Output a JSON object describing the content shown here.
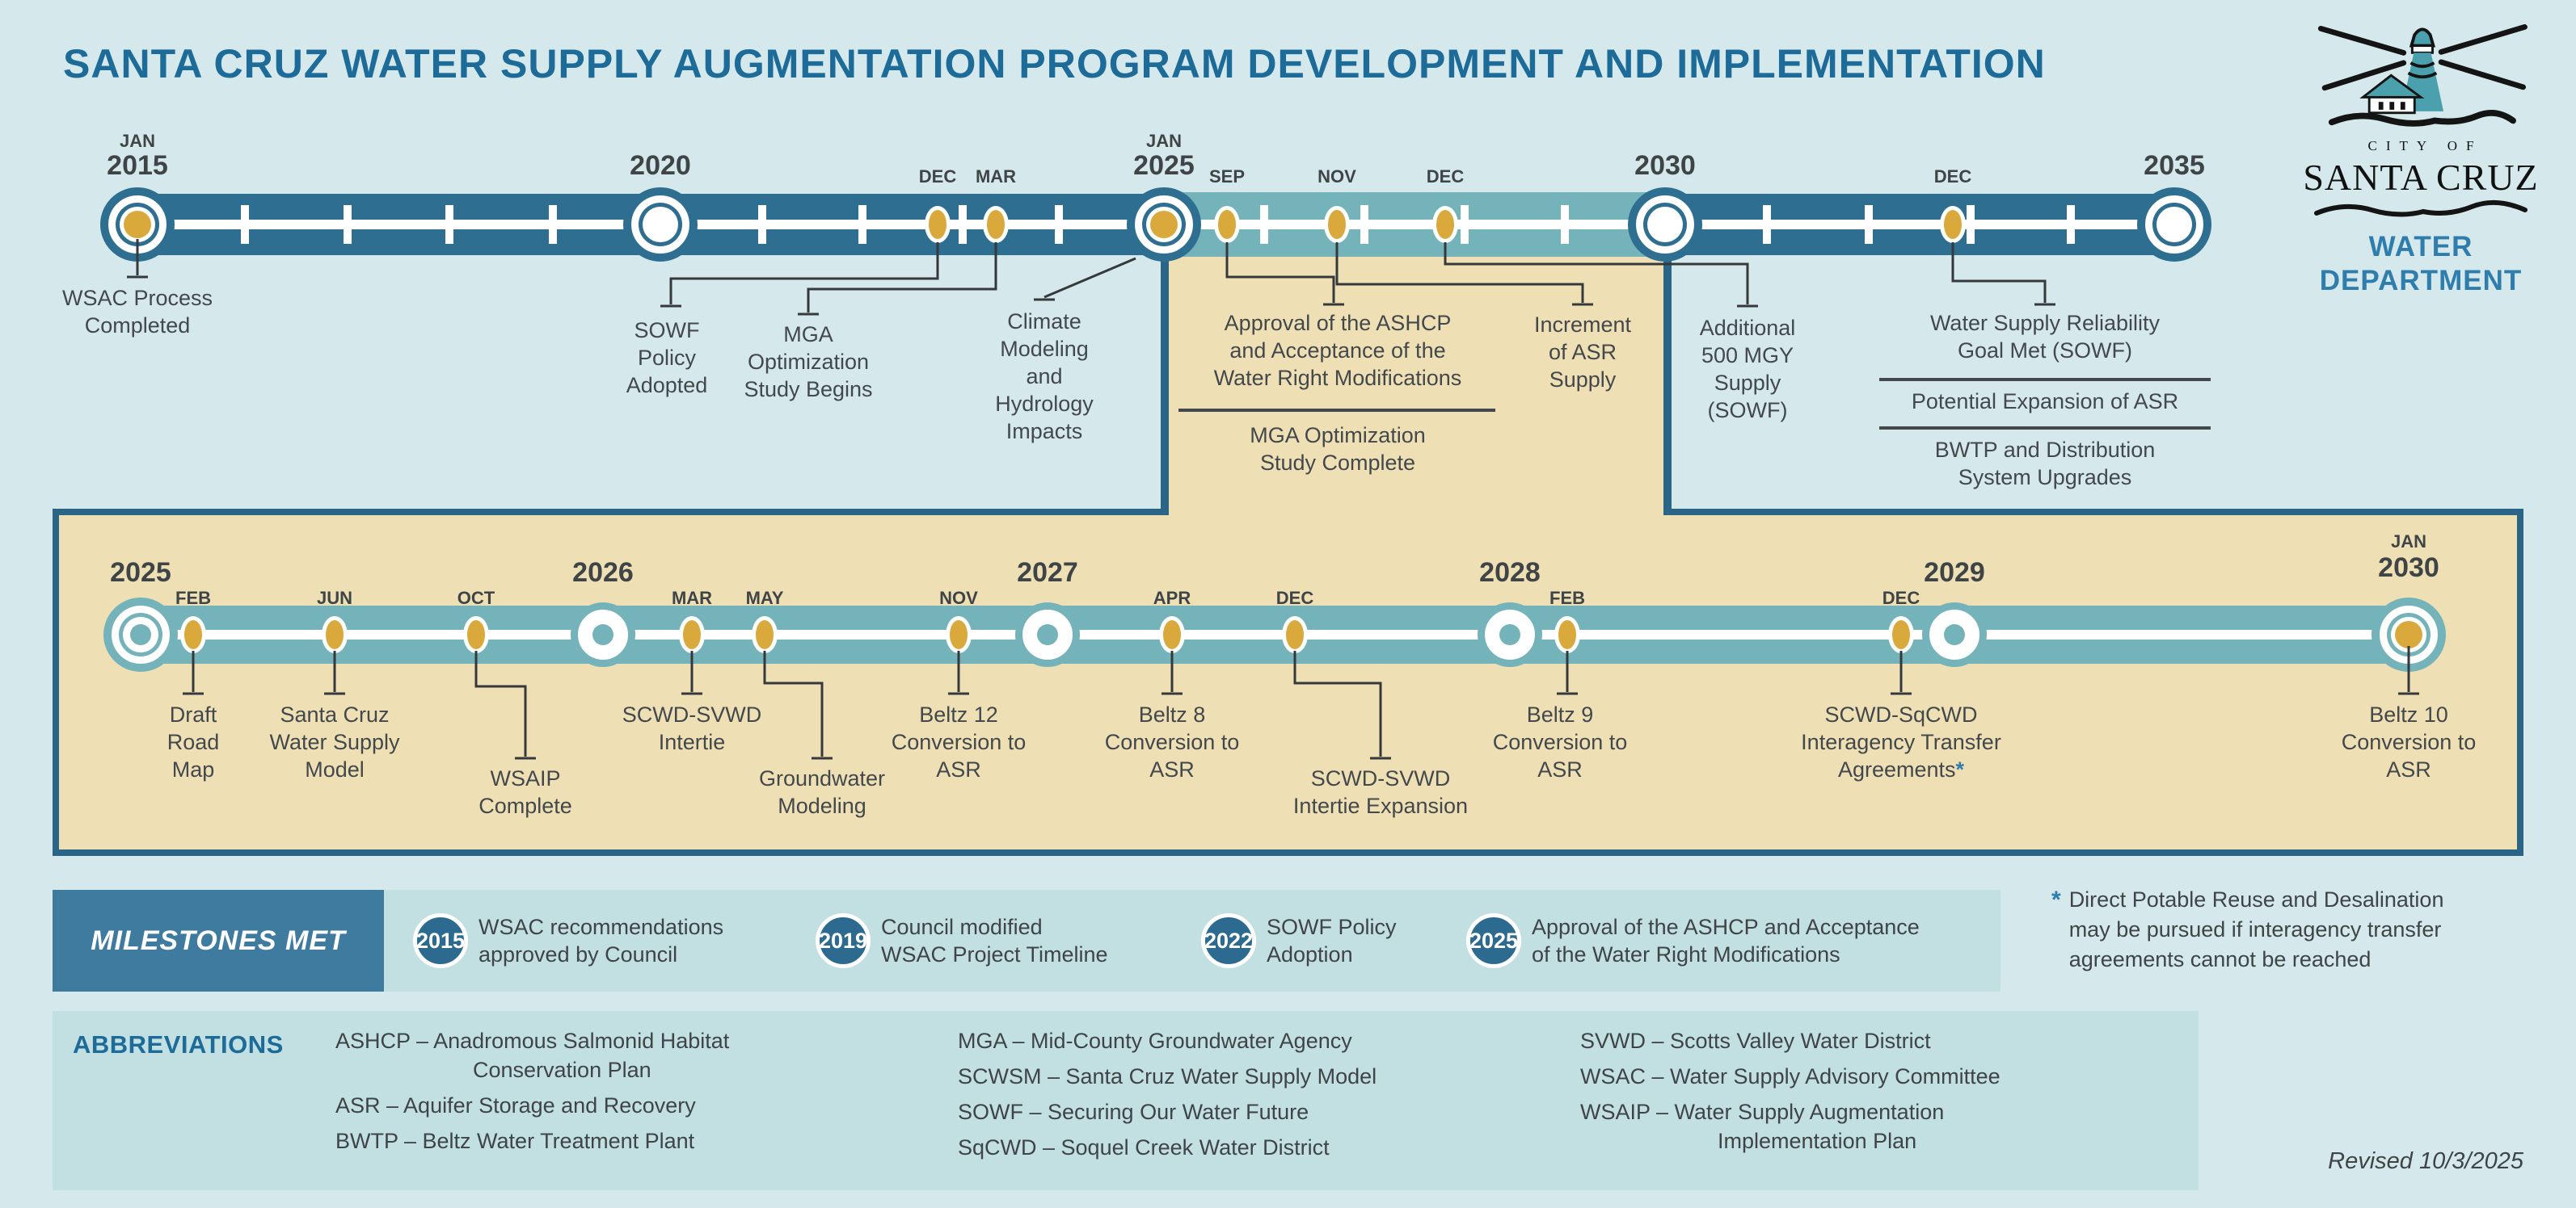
{
  "title": "SANTA CRUZ WATER SUPPLY AUGMENTATION PROGRAM DEVELOPMENT AND IMPLEMENTATION",
  "logo": {
    "city_of": "CITY OF",
    "santa_cruz": "SANTA CRUZ",
    "water": "WATER",
    "department": "DEPARTMENT"
  },
  "top": {
    "jan2015_m": "JAN",
    "jan2015_y": "2015",
    "y2020": "2020",
    "jan2025_m": "JAN",
    "jan2025_y": "2025",
    "y2030": "2030",
    "y2035": "2035",
    "dec22": "DEC",
    "mar23": "MAR",
    "sep25": "SEP",
    "nov26": "NOV",
    "dec27": "DEC",
    "dec32": "DEC",
    "wsac": "WSAC Process\nCompleted",
    "sowf": "SOWF\nPolicy\nAdopted",
    "mga_begins": "MGA\nOptimization\nStudy Begins",
    "climate": "Climate\nModeling\nand\nHydrology\nImpacts",
    "ashcp": "Approval of the ASHCP\nand Acceptance of the\nWater Right Modifications",
    "mga_complete": "MGA Optimization\nStudy Complete",
    "asr_increment": "Increment\nof ASR\nSupply",
    "mgy500": "Additional\n500 MGY\nSupply\n(SOWF)",
    "reliability": "Water Supply Reliability\nGoal Met (SOWF)",
    "asr_expansion": "Potential Expansion of ASR",
    "bwtp": "BWTP and Distribution\nSystem Upgrades"
  },
  "detail": {
    "y2025": "2025",
    "y2026": "2026",
    "y2027": "2027",
    "y2028": "2028",
    "y2029": "2029",
    "jan2030_m": "JAN",
    "jan2030_y": "2030",
    "feb25": "FEB",
    "jun25": "JUN",
    "oct25": "OCT",
    "mar26": "MAR",
    "may26": "MAY",
    "nov26": "NOV",
    "apr27": "APR",
    "dec27": "DEC",
    "feb28": "FEB",
    "dec29": "DEC",
    "draft": "Draft\nRoad\nMap",
    "scwsm": "Santa Cruz\nWater Supply\nModel",
    "wsaip": "WSAIP\nComplete",
    "intertie": "SCWD-SVWD\nIntertie",
    "groundwater": "Groundwater\nModeling",
    "beltz12": "Beltz 12\nConversion to\nASR",
    "beltz8": "Beltz 8\nConversion to\nASR",
    "intertie_exp": "SCWD-SVWD\nIntertie Expansion",
    "beltz9": "Beltz 9\nConversion to\nASR",
    "sqcwd": "SCWD-SqCWD\nInteragency Transfer\nAgreements",
    "sqcwd_asterisk": "*",
    "beltz10": "Beltz 10\nConversion to\nASR"
  },
  "legend": {
    "heading": "MILESTONES MET",
    "items": [
      {
        "year": "2015",
        "text": "WSAC recommendations\napproved by Council"
      },
      {
        "year": "2019",
        "text": "Council modified\nWSAC Project Timeline"
      },
      {
        "year": "2022",
        "text": "SOWF Policy\nAdoption"
      },
      {
        "year": "2025",
        "text": "Approval of the ASHCP and Acceptance\nof the Water Right Modifications"
      }
    ]
  },
  "note": {
    "asterisk": "*",
    "text": "Direct Potable Reuse and Desalination\nmay be pursued if interagency transfer\nagreements cannot be reached"
  },
  "abbreviations": {
    "heading": "ABBREVIATIONS",
    "col1": [
      "ASHCP – Anadromous Salmonid Habitat",
      "Conservation Plan",
      "ASR – Aquifer Storage and Recovery",
      "BWTP – Beltz Water Treatment Plant"
    ],
    "col2": [
      "MGA – Mid-County Groundwater Agency",
      "SCWSM – Santa Cruz Water Supply Model",
      "SOWF – Securing Our Water Future",
      "SqCWD – Soquel Creek Water District"
    ],
    "col3": [
      "SVWD – Scotts Valley Water District",
      "WSAC – Water Supply Advisory Committee",
      "WSAIP – Water Supply Augmentation",
      "Implementation Plan"
    ]
  },
  "revised": "Revised 10/3/2025",
  "colors": {
    "background": "#d5e8ec",
    "dark_blue_band": "#2e6e90",
    "teal": "#74b3b9",
    "gold": "#d9a93c",
    "beige": "#eee0b4",
    "border_blue": "#2a6486",
    "title_blue": "#1d6b98",
    "department_blue": "#2e7dac",
    "milestones_box_blue": "#3e7b9e",
    "legend_band": "#c2dfe2",
    "text_gray": "#3f4447"
  }
}
